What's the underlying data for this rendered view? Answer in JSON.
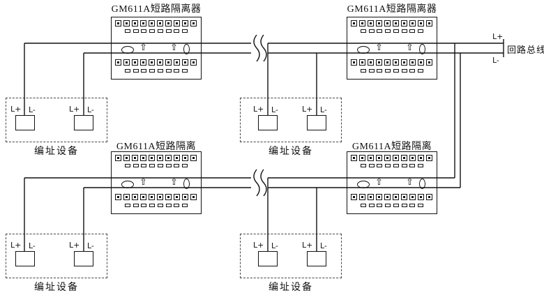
{
  "diagram": {
    "isolators": [
      {
        "title": "GM611A短路隔离器"
      },
      {
        "title": "GM611A短路隔离器"
      },
      {
        "title": "GM611A短路隔离"
      },
      {
        "title": "GM611A短路隔离"
      }
    ],
    "device_groups": [
      {
        "caption": "编址设备"
      },
      {
        "caption": "编址设备"
      },
      {
        "caption": "编址设备"
      },
      {
        "caption": "编址设备"
      }
    ],
    "labels": {
      "lplus": "L+",
      "lminus": "L-",
      "loop_bus": "回路总线"
    },
    "colors": {
      "line": "#111111",
      "background": "#ffffff"
    }
  }
}
